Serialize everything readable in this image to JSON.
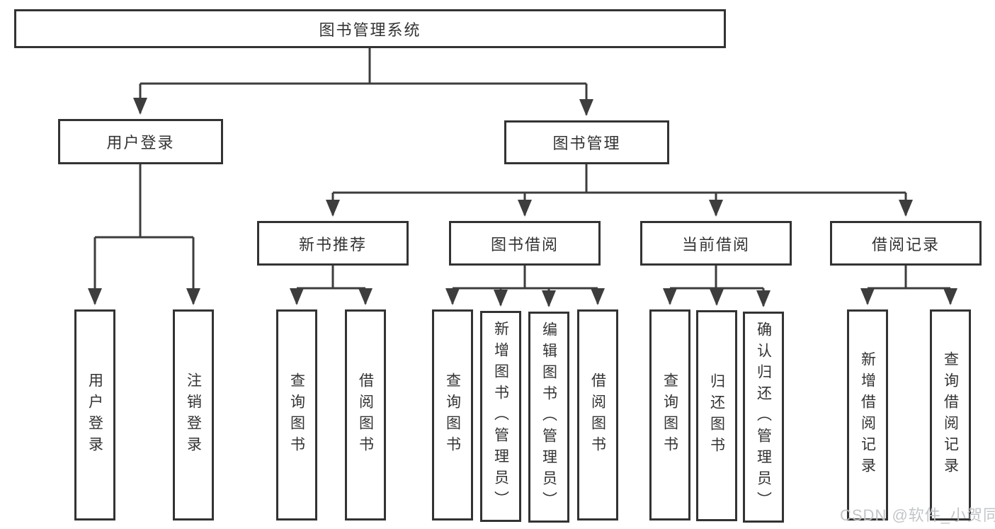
{
  "tree": {
    "label": "图书管理系统",
    "children": [
      {
        "label": "用户登录",
        "children": [
          {
            "label": "用户登录"
          },
          {
            "label": "注销登录"
          }
        ]
      },
      {
        "label": "图书管理",
        "children": [
          {
            "label": "新书推荐",
            "children": [
              {
                "label": "查询图书"
              },
              {
                "label": "借阅图书"
              }
            ]
          },
          {
            "label": "图书借阅",
            "children": [
              {
                "label": "查询图书"
              },
              {
                "label": "新增图书（管理员）"
              },
              {
                "label": "编辑图书（管理员）"
              },
              {
                "label": "借阅图书"
              }
            ]
          },
          {
            "label": "当前借阅",
            "children": [
              {
                "label": "查询图书"
              },
              {
                "label": "归还图书"
              },
              {
                "label": "确认归还（管理员）"
              }
            ]
          },
          {
            "label": "借阅记录",
            "children": [
              {
                "label": "新增借阅记录"
              },
              {
                "label": "查询借阅记录"
              }
            ]
          }
        ]
      }
    ]
  },
  "watermark": "CSDN @软件_小贺同学",
  "colors": {
    "line": "#3d3d3d",
    "box_border": "#333333",
    "text": "#333333",
    "watermark": "#bfc2c6",
    "background": "#ffffff"
  }
}
